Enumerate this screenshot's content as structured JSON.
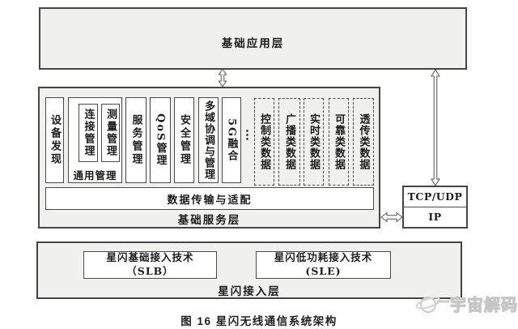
{
  "colors": {
    "layer_fill": "#f0f0ee",
    "box_fill": "#ffffff",
    "border": "#454545",
    "text": "#1c1c1c",
    "watermark_stroke": "#c6c6c6"
  },
  "app_layer": {
    "label": "基础应用层"
  },
  "service_layer": {
    "label": "基础服务层",
    "device_discovery": "设备发现",
    "general_management": {
      "label": "通用管理",
      "connection": "连接管理",
      "measurement": "测量管理"
    },
    "modules": [
      "服务管理",
      "QoS管理",
      "安全管理",
      "多域协调与管理",
      "5G融合"
    ],
    "ellipsis": "⋮",
    "data_classes": [
      "控制类数据",
      "广播类数据",
      "实时类数据",
      "可靠类数据",
      "透传类数据"
    ],
    "adaptation": "数据传输与适配"
  },
  "protocol_stack": {
    "tcp_udp": "TCP/UDP",
    "ip": "IP"
  },
  "access_layer": {
    "label": "星闪接入层",
    "slb_name": "星闪基础接入技术",
    "slb_abbr": "（SLB）",
    "sle_name": "星闪低功耗接入技术",
    "sle_abbr": "(SLE)"
  },
  "caption": "图 16 星闪无线通信系统架构",
  "watermark": "宇宙解码"
}
